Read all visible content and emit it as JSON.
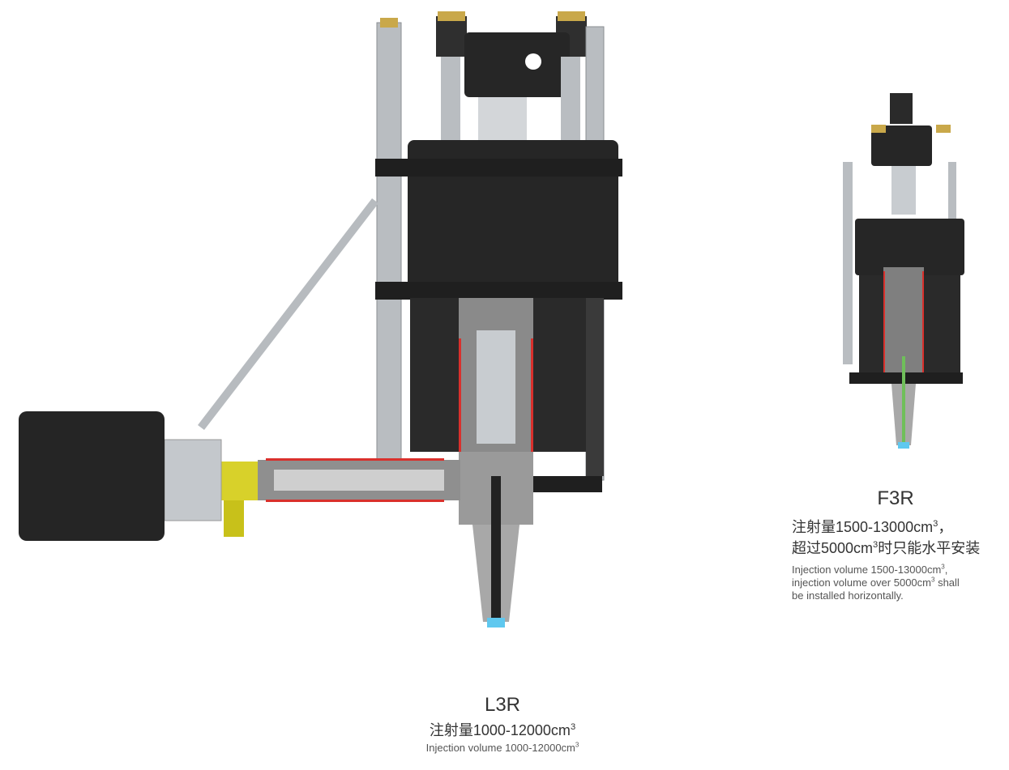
{
  "products": [
    {
      "name": "L3R",
      "cn_prefix": "注射量1000-12000cm",
      "sup": "3",
      "en_prefix": "Injection volume 1000-12000cm"
    },
    {
      "name": "F3R",
      "cn_line1_prefix": "注射量1500-13000cm",
      "cn_line1_suffix": "，",
      "cn_line2_prefix": "超过5000cm",
      "cn_line2_suffix": "时只能水平安装",
      "sup": "3",
      "en_line1_prefix": "Injection volume 1500-13000cm",
      "en_line1_suffix": ",",
      "en_line2_prefix": "injection volume over 5000cm",
      "en_line2_suffix": " shall",
      "en_line3": "be installed horizontally."
    }
  ],
  "colors": {
    "metal_dark": "#2b2b2b",
    "metal_silver": "#bfc3c7",
    "brass": "#c9a84a",
    "yellow_coupling": "#d8d12a",
    "heater_red": "#d9302c",
    "nozzle_blue": "#5fc8ef",
    "nozzle_green": "#6fbf5a"
  }
}
